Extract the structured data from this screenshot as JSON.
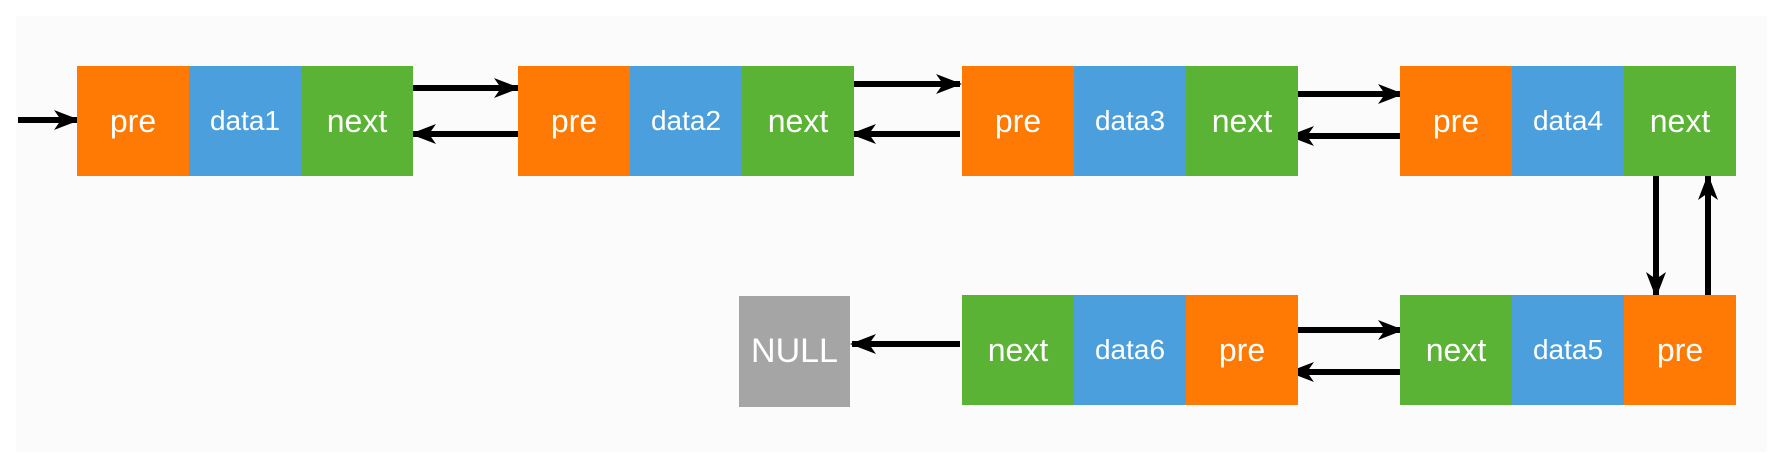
{
  "diagram": {
    "nodes": [
      {
        "id": "node-1",
        "fields": [
          {
            "kind": "pre",
            "label": "pre"
          },
          {
            "kind": "data",
            "label": "data1"
          },
          {
            "kind": "next",
            "label": "next"
          }
        ]
      },
      {
        "id": "node-2",
        "fields": [
          {
            "kind": "pre",
            "label": "pre"
          },
          {
            "kind": "data",
            "label": "data2"
          },
          {
            "kind": "next",
            "label": "next"
          }
        ]
      },
      {
        "id": "node-3",
        "fields": [
          {
            "kind": "pre",
            "label": "pre"
          },
          {
            "kind": "data",
            "label": "data3"
          },
          {
            "kind": "next",
            "label": "next"
          }
        ]
      },
      {
        "id": "node-4",
        "fields": [
          {
            "kind": "pre",
            "label": "pre"
          },
          {
            "kind": "data",
            "label": "data4"
          },
          {
            "kind": "next",
            "label": "next"
          }
        ]
      },
      {
        "id": "node-5",
        "fields": [
          {
            "kind": "next",
            "label": "next"
          },
          {
            "kind": "data",
            "label": "data5"
          },
          {
            "kind": "pre",
            "label": "pre"
          }
        ]
      },
      {
        "id": "node-6",
        "fields": [
          {
            "kind": "next",
            "label": "next"
          },
          {
            "kind": "data",
            "label": "data6"
          },
          {
            "kind": "pre",
            "label": "pre"
          }
        ]
      }
    ],
    "null_label": "NULL",
    "colors": {
      "pre": "#FF7A05",
      "data": "#4A9FDC",
      "next": "#5BB336",
      "null": "#A5A5A5",
      "arrow": "#000000",
      "background": "#FBFBFB"
    }
  }
}
